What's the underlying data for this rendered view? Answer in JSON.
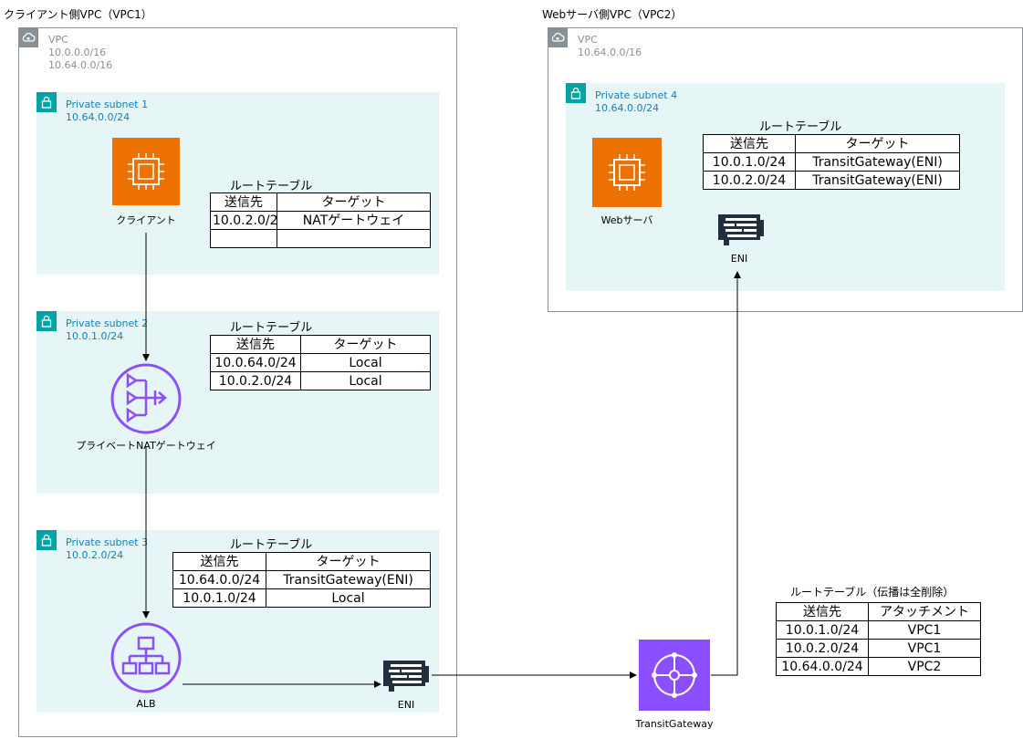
{
  "vpc1": {
    "title": "クライアント側VPC（VPC1）",
    "label": "VPC",
    "cidr1": "10.0.0.0/16",
    "cidr2": "10.64.0.0/16"
  },
  "vpc2": {
    "title": "Webサーバ側VPC（VPC2）",
    "label": "VPC",
    "cidr1": "10.64.0.0/16"
  },
  "subnets": [
    {
      "name": "Private subnet 1",
      "cidr": "10.64.0.0/24"
    },
    {
      "name": "Private subnet 2",
      "cidr": "10.0.1.0/24"
    },
    {
      "name": "Private subnet 3",
      "cidr": "10.0.2.0/24"
    },
    {
      "name": "Private subnet 4",
      "cidr": "10.64.0.0/24"
    }
  ],
  "nodes": {
    "client": "クライアント",
    "nat": "プライベートNATゲートウェイ",
    "alb": "ALB",
    "eni1": "ENI",
    "eni2": "ENI",
    "web": "Webサーバ",
    "tgw": "TransitGateway"
  },
  "route_tables": {
    "rt1": {
      "title": "ルートテーブル",
      "headers": [
        "送信先",
        "ターゲット"
      ],
      "rows": [
        [
          "10.0.2.0/2",
          "NATゲートウェイ"
        ],
        [
          "",
          ""
        ]
      ]
    },
    "rt2": {
      "title": "ルートテーブル",
      "headers": [
        "送信先",
        "ターゲット"
      ],
      "rows": [
        [
          "10.0.64.0/24",
          "Local"
        ],
        [
          "10.0.2.0/24",
          "Local"
        ]
      ]
    },
    "rt3": {
      "title": "ルートテーブル",
      "headers": [
        "送信先",
        "ターゲット"
      ],
      "rows": [
        [
          "10.64.0.0/24",
          "TransitGateway(ENI)"
        ],
        [
          "10.0.1.0/24",
          "Local"
        ]
      ]
    },
    "rt4": {
      "title": "ルートテーブル",
      "headers": [
        "送信先",
        "ターゲット"
      ],
      "rows": [
        [
          "10.0.1.0/24",
          "TransitGateway(ENI)"
        ],
        [
          "10.0.2.0/24",
          "TransitGateway(ENI)"
        ]
      ]
    },
    "tgw_rt": {
      "title": "ルートテーブル（伝播は全削除）",
      "headers": [
        "送信先",
        "アタッチメント"
      ],
      "rows": [
        [
          "10.0.1.0/24",
          "VPC1"
        ],
        [
          "10.0.2.0/24",
          "VPC1"
        ],
        [
          "10.64.0.0/24",
          "VPC2"
        ]
      ]
    }
  },
  "colors": {
    "vpc_border": "#879196",
    "subnet_fill": "#e6f6f7",
    "subnet_icon": "#00a4a6",
    "subnet_text": "#147eba",
    "ec2": "#ed7100",
    "nat_alb": "#8c4fff",
    "tgw": "#8c4fff"
  },
  "icons": [
    "cloud-icon",
    "lock-icon",
    "ec2-icon",
    "nat-gateway-icon",
    "alb-icon",
    "eni-icon",
    "transit-gateway-icon"
  ]
}
